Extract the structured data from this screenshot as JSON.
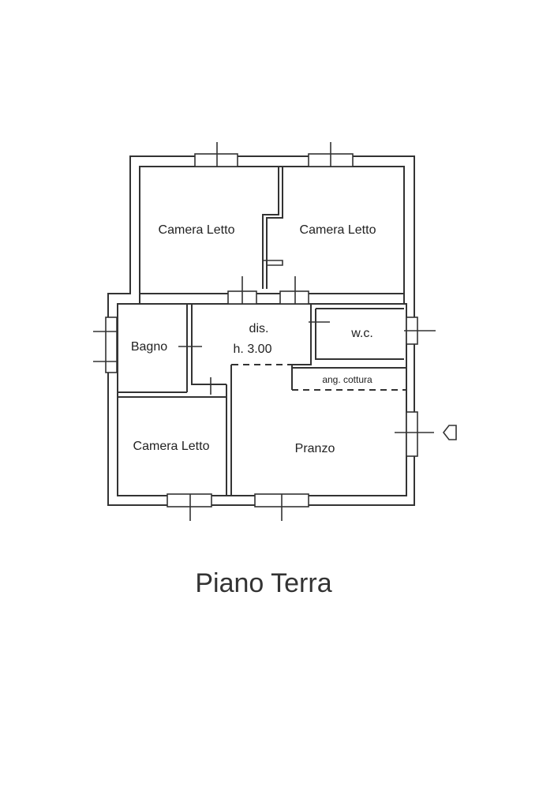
{
  "plan": {
    "title": "Piano Terra",
    "rooms": {
      "camera_letto_1": "Camera Letto",
      "camera_letto_2": "Camera Letto",
      "camera_letto_3": "Camera Letto",
      "bagno": "Bagno",
      "dis": "dis.",
      "dis_height": "h. 3.00",
      "wc": "w.c.",
      "ang_cottura": "ang. cottura",
      "pranzo": "Pranzo"
    }
  }
}
